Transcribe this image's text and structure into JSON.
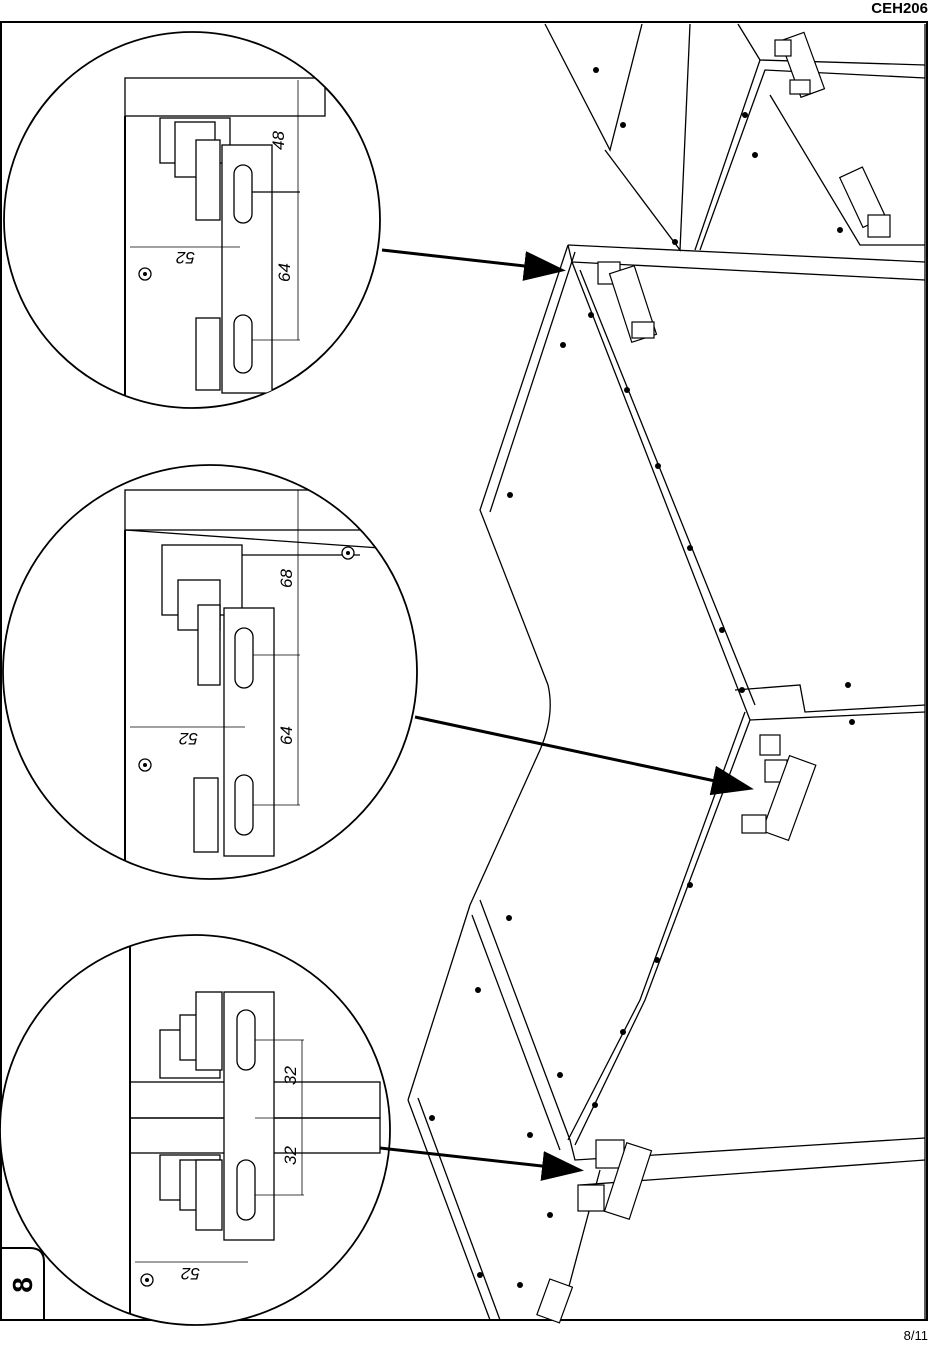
{
  "header": {
    "doc_code": "CEH206"
  },
  "footer": {
    "page": "8/11"
  },
  "step": {
    "number": "8"
  },
  "details": [
    {
      "dims": [
        "48",
        "64",
        "52"
      ]
    },
    {
      "dims": [
        "68",
        "64",
        "52"
      ]
    },
    {
      "dims": [
        "32",
        "32",
        "52"
      ]
    }
  ]
}
